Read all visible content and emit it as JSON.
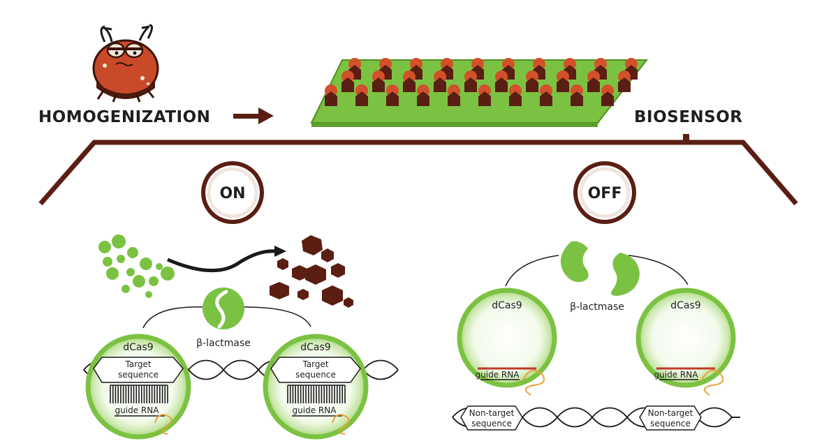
{
  "header": {
    "left_label": "HOMOGENIZATION",
    "right_label": "BIOSENSOR"
  },
  "on_panel": {
    "state": "ON",
    "protein_label": "β-lactmase",
    "cas_left": "dCas9",
    "cas_right": "dCas9",
    "target_line1": "Target",
    "target_line2": "sequence",
    "guide_label": "guide RNA"
  },
  "off_panel": {
    "state": "OFF",
    "protein_label": "β-lactmase",
    "cas_left": "dCas9",
    "cas_right": "dCas9",
    "guide_label": "guide RNA",
    "nontarget_line1": "Non-target",
    "nontarget_line2": "sequence"
  },
  "colors": {
    "brown": "#5a1e12",
    "green": "#7cc242",
    "light_green": "#d9efc3",
    "orange": "#d2512a",
    "guide_red": "#c0392b",
    "rna_orange": "#e8a23a"
  }
}
